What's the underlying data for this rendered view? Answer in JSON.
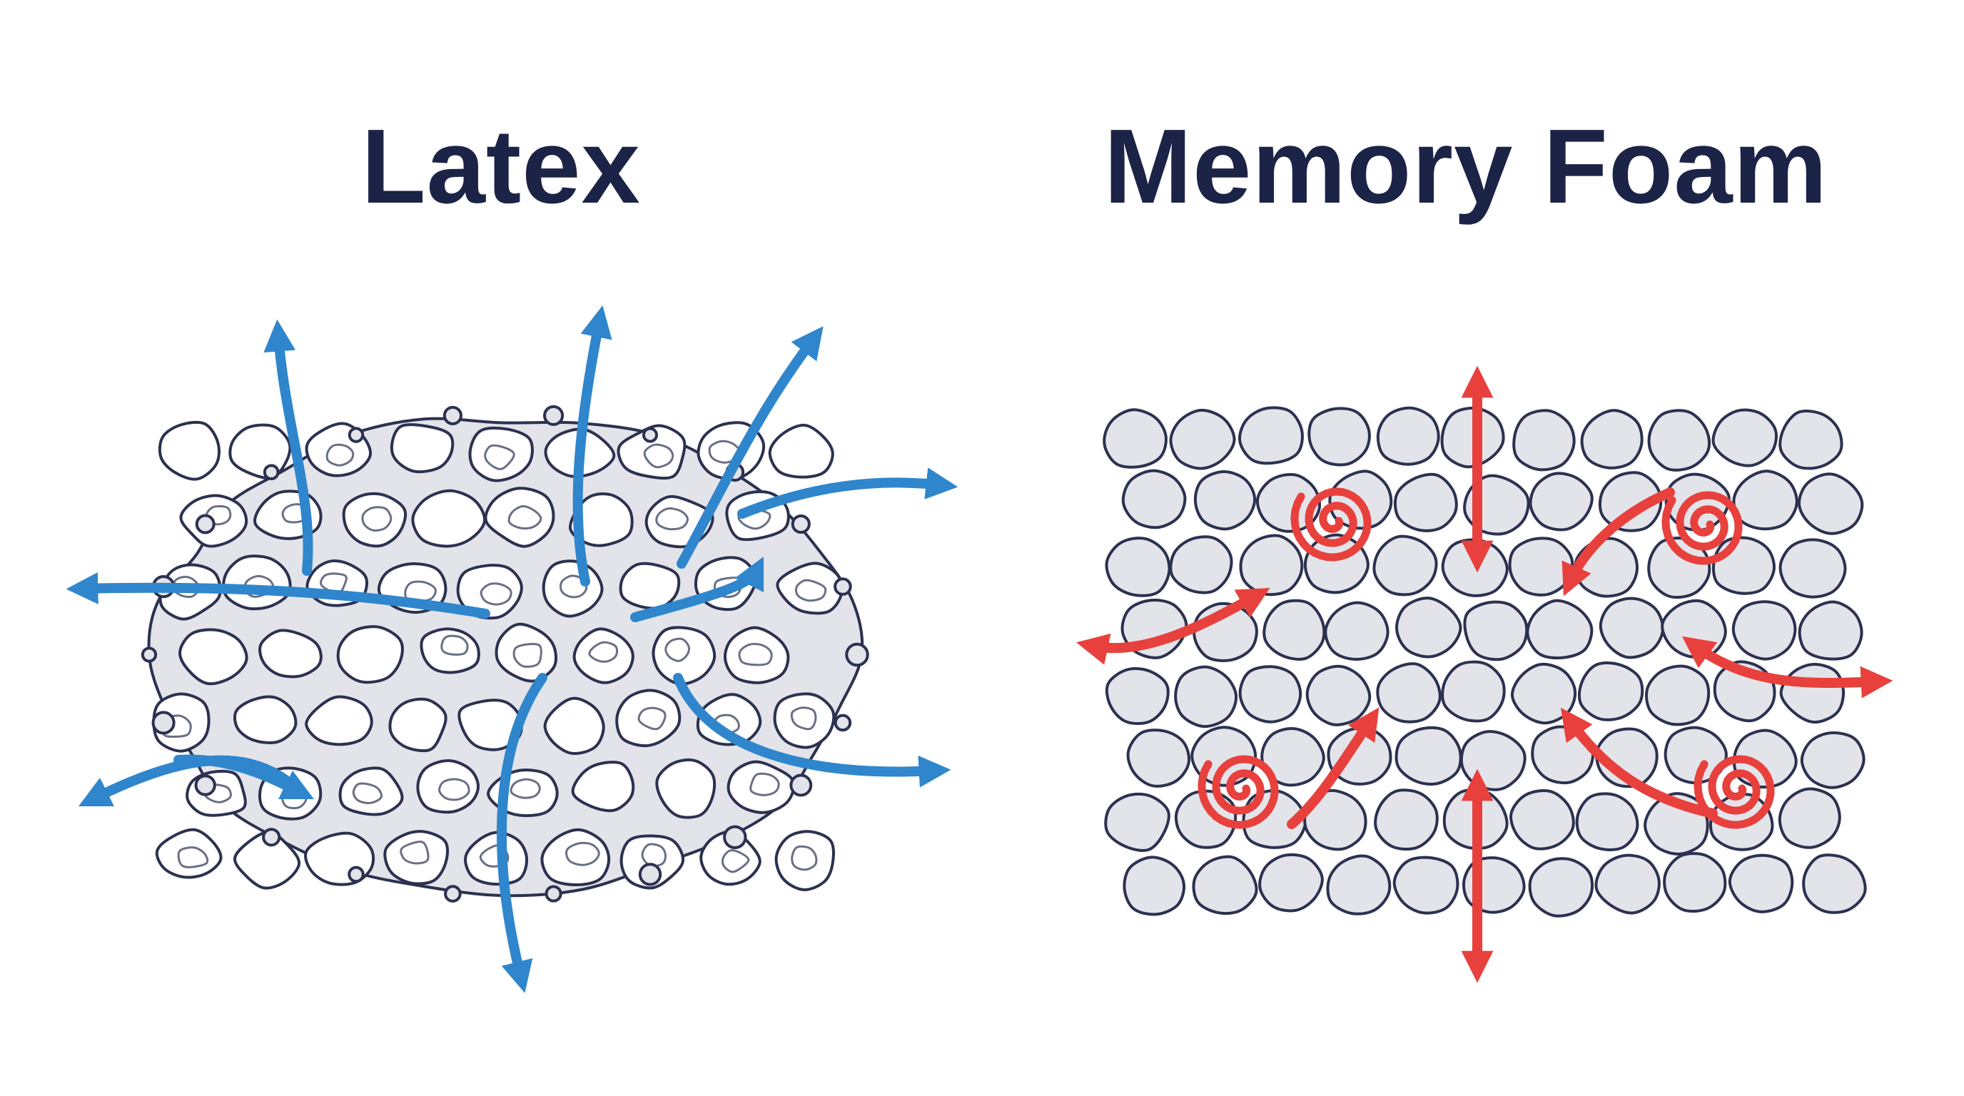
{
  "panels": {
    "latex": {
      "title": "Latex"
    },
    "memory_foam": {
      "title": "Memory Foam"
    }
  },
  "colors": {
    "title": "#1b2346",
    "cell_outline": "#2c3150",
    "cell_fill": "#e3e4ea",
    "latex_arrow": "#2f86cc",
    "memory_arrow": "#e8403c",
    "background": "#ffffff"
  },
  "latex_airflow": {
    "meaning": "outward airflow through open cells",
    "arrow_count": 10
  },
  "memory_heat": {
    "meaning": "trapped heat swirls in closed cells",
    "swirl_count": 4,
    "arrow_count": 8
  }
}
